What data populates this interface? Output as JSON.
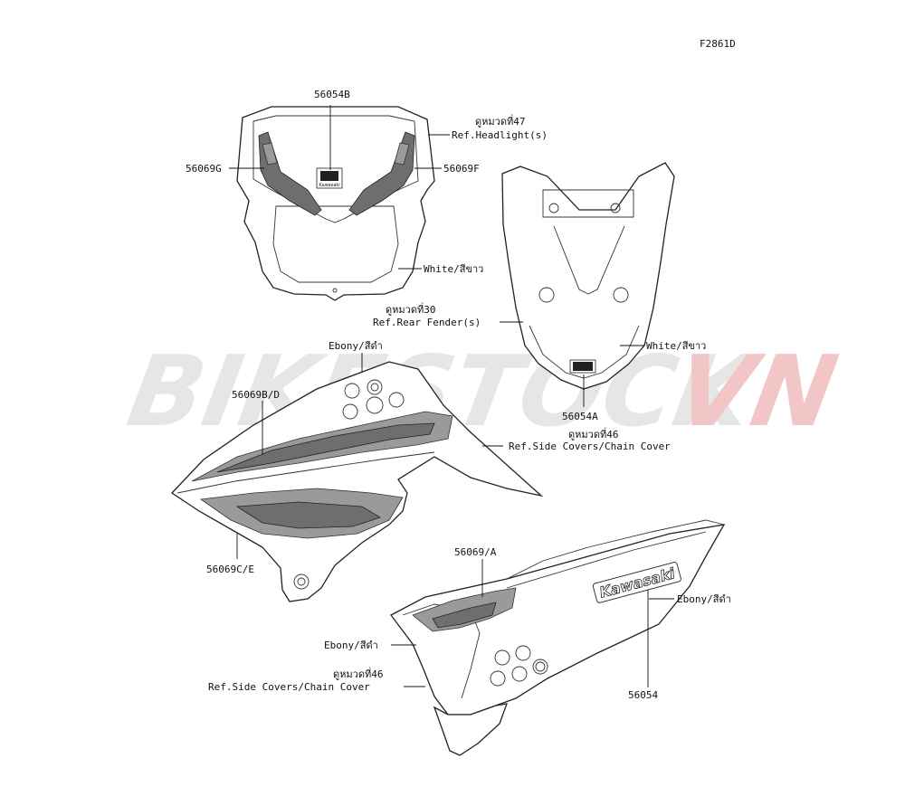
{
  "figure_code": "F2861D",
  "watermark": {
    "text_main": "BIKESTOCK",
    "text_accent": "VN",
    "color_main": "#e6e6e6",
    "color_accent": "#f2c6c6"
  },
  "callouts": {
    "headlight_cover_logo": "56054B",
    "headlight_ref_thai": "ดูหมวดที่47",
    "headlight_ref": "Ref.Headlight(s)",
    "headlight_left_decal": "56069G",
    "headlight_right_decal": "56069F",
    "headlight_color": "White/สีขาว",
    "rear_fender_ref_thai": "ดูหมวดที่30",
    "rear_fender_ref": "Ref.Rear Fender(s)",
    "rear_fender_color": "White/สีขาว",
    "rear_fender_logo": "56054A",
    "shroud_color": "Ebony/สีดำ",
    "shroud_upper_decal": "56069B/D",
    "shroud_ref_thai": "ดูหมวดที่46",
    "shroud_ref": "Ref.Side Covers/Chain Cover",
    "shroud_lower_decal": "56069C/E",
    "side_cover_decal": "56069/A",
    "side_cover_color_right": "Ebony/สีดำ",
    "side_cover_color_left": "Ebony/สีดำ",
    "side_cover_ref_thai": "ดูหมวดที่46",
    "side_cover_ref": "Ref.Side Covers/Chain Cover",
    "side_cover_logo": "56054"
  },
  "emblem_text": "Kawasaki"
}
